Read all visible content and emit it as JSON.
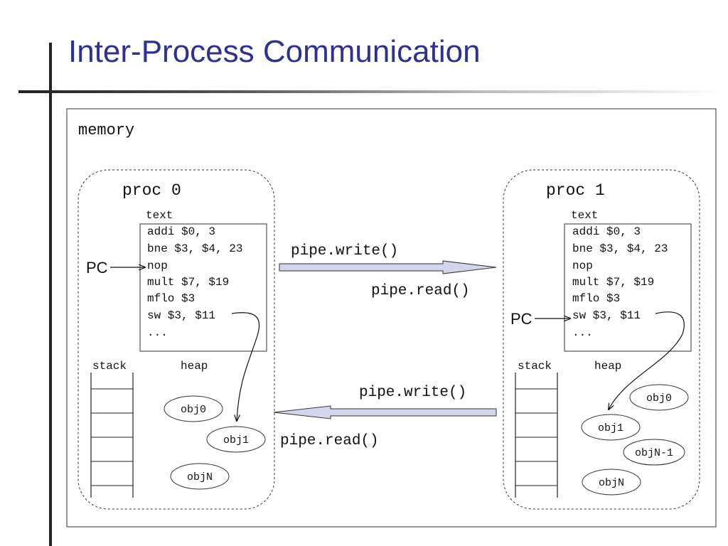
{
  "title": "Inter-Process Communication",
  "memory_label": "memory",
  "proc0": {
    "label": "proc 0",
    "text_label": "text",
    "instructions": [
      "addi $0, 3",
      "bne $3, $4, 23",
      "nop",
      "mult $7, $19",
      "mflo $3",
      "sw $3, $11",
      "..."
    ],
    "pc_label": "PC",
    "stack_label": "stack",
    "heap_label": "heap",
    "heap_objects": [
      "obj0",
      "obj1",
      "objN"
    ]
  },
  "proc1": {
    "label": "proc 1",
    "text_label": "text",
    "instructions": [
      "addi $0, 3",
      "bne $3, $4, 23",
      "nop",
      "mult $7, $19",
      "mflo $3",
      "sw $3, $11",
      "..."
    ],
    "pc_label": "PC",
    "stack_label": "stack",
    "heap_label": "heap",
    "heap_objects": [
      "obj0",
      "obj1",
      "objN-1",
      "objN"
    ]
  },
  "pipes": {
    "top_write": "pipe.write()",
    "top_read": "pipe.read()",
    "bottom_write": "pipe.write()",
    "bottom_read": "pipe.read()"
  },
  "colors": {
    "title": "#2e3192",
    "arrow_fill": "#d3d5ea"
  }
}
